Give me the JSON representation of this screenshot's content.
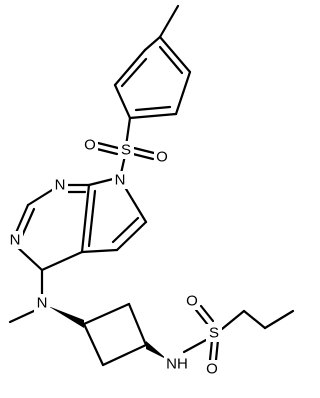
{
  "molecule": {
    "atoms": {
      "n_ring_upper": "N",
      "n_ring_left": "N",
      "n_pyrrole": "N",
      "s_tosyl": "S",
      "o_tosyl_left": "O",
      "o_tosyl_right": "O",
      "n_methylamine": "N",
      "nh_sulfonamide": "NH",
      "s_sulfonyl": "S",
      "o_sulfonyl_top": "O",
      "o_sulfonyl_bottom": "O"
    }
  }
}
